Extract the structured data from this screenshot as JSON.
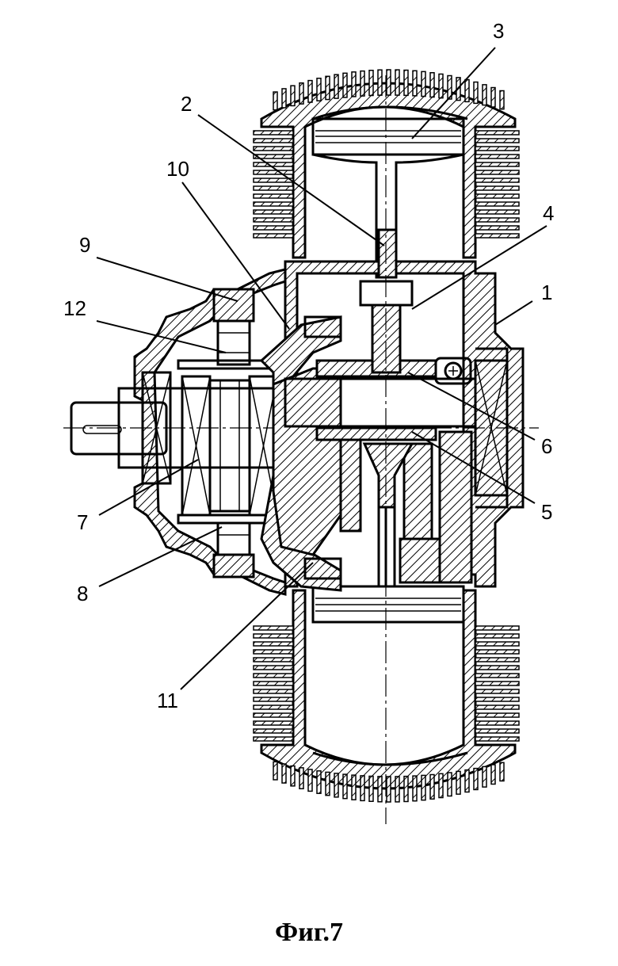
{
  "figure": {
    "caption": "Фиг.7",
    "callouts": [
      {
        "id": "c1",
        "text": "1"
      },
      {
        "id": "c2",
        "text": "2"
      },
      {
        "id": "c3",
        "text": "3"
      },
      {
        "id": "c4",
        "text": "4"
      },
      {
        "id": "c5",
        "text": "5"
      },
      {
        "id": "c6",
        "text": "6"
      },
      {
        "id": "c7",
        "text": "7"
      },
      {
        "id": "c8",
        "text": "8"
      },
      {
        "id": "c9",
        "text": "9"
      },
      {
        "id": "c10",
        "text": "10"
      },
      {
        "id": "c11",
        "text": "11"
      },
      {
        "id": "c12",
        "text": "12"
      }
    ]
  }
}
